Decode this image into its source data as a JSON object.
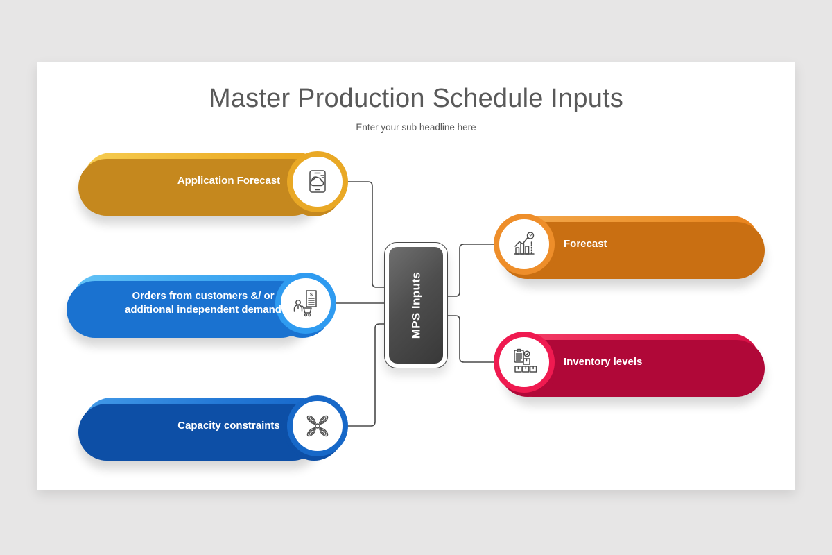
{
  "page": {
    "background_color": "#e7e6e6",
    "slide_background_color": "#ffffff",
    "connector_color": "#4a4a4a",
    "text_gray": "#595959"
  },
  "header": {
    "title": "Master Production Schedule Inputs",
    "subtitle": "Enter your sub headline here"
  },
  "center_node": {
    "label": "MPS Inputs",
    "fill_color": "#4a4a4a",
    "text_color": "#ffffff"
  },
  "nodes": [
    {
      "id": "application-forecast",
      "label": "Application Forecast",
      "side": "left",
      "icon": "monitor-cloud-icon",
      "color_start": "#f6cd52",
      "color_end": "#e8a21d",
      "extrude_color": "#c5881e",
      "ring_color": "#e9a825"
    },
    {
      "id": "orders-from-customers",
      "label": "Orders from customers &/ or additional independent demand",
      "side": "left",
      "icon": "customer-order-cart-icon",
      "color_start": "#63c3f6",
      "color_end": "#2d95ee",
      "extrude_color": "#1a72d0",
      "ring_color": "#2f9bf0"
    },
    {
      "id": "capacity-constraints",
      "label": "Capacity constraints",
      "side": "left",
      "icon": "chain-links-icon",
      "color_start": "#429ae8",
      "color_end": "#1565c8",
      "extrude_color": "#0d4fa6",
      "ring_color": "#1768c8"
    },
    {
      "id": "forecast",
      "label": "Forecast",
      "side": "right",
      "icon": "forecast-chart-icon",
      "color_start": "#f3a94f",
      "color_end": "#e8821c",
      "extrude_color": "#c96f12",
      "ring_color": "#ee8e2a"
    },
    {
      "id": "inventory-levels",
      "label": "Inventory levels",
      "side": "right",
      "icon": "inventory-boxes-icon",
      "color_start": "#f54068",
      "color_end": "#d50f45",
      "extrude_color": "#b00838",
      "ring_color": "#ef1a50"
    }
  ]
}
